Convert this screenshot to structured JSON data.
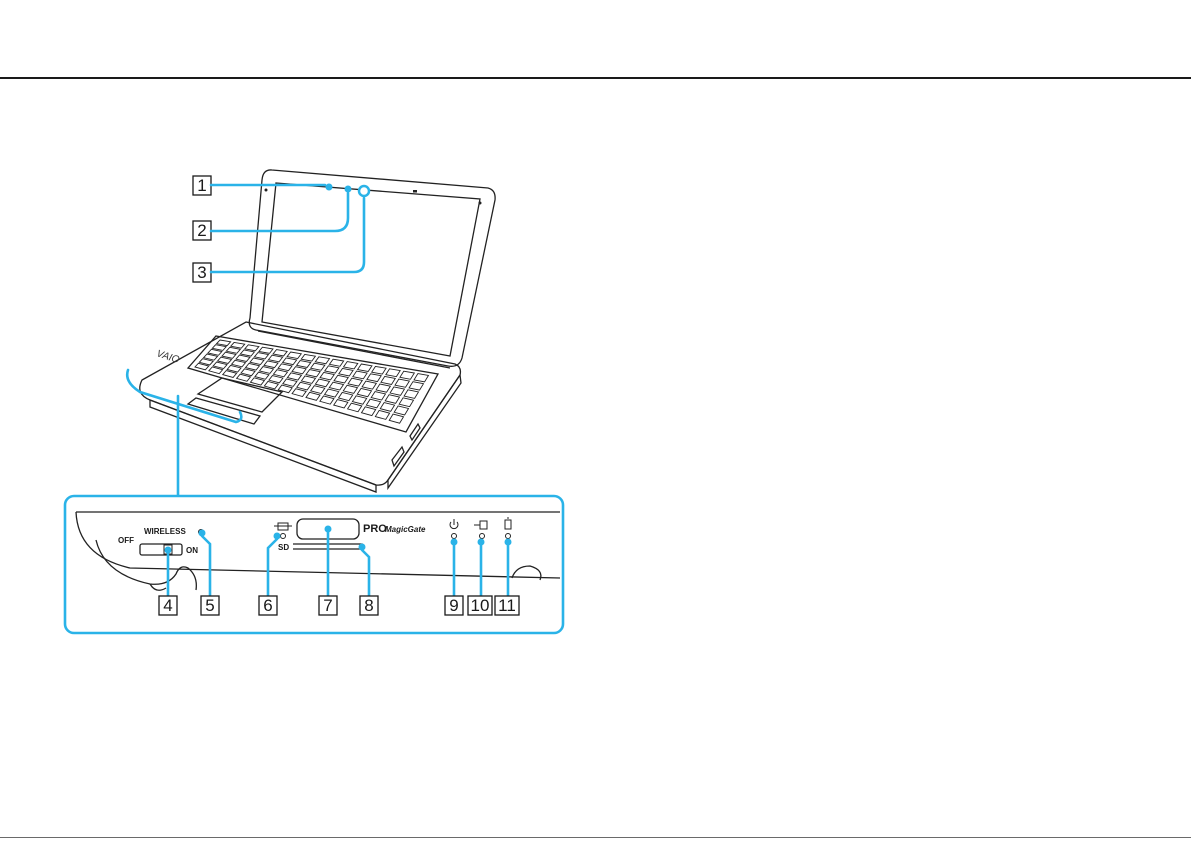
{
  "figure": {
    "brand_logo": "VAIO",
    "callouts": [
      "1",
      "2",
      "3",
      "4",
      "5",
      "6",
      "7",
      "8",
      "9",
      "10",
      "11"
    ],
    "panel_labels": {
      "wireless": "WIRELESS",
      "off": "OFF",
      "on": "ON",
      "sd": "SD",
      "pro": "PRO",
      "magicgate": "MagicGate"
    },
    "icons": [
      "wireless-indicator-icon",
      "card-access-indicator-icon",
      "power-indicator-icon",
      "disc-drive-indicator-icon",
      "battery-indicator-icon"
    ],
    "accent_color": "#2ab3e8"
  }
}
